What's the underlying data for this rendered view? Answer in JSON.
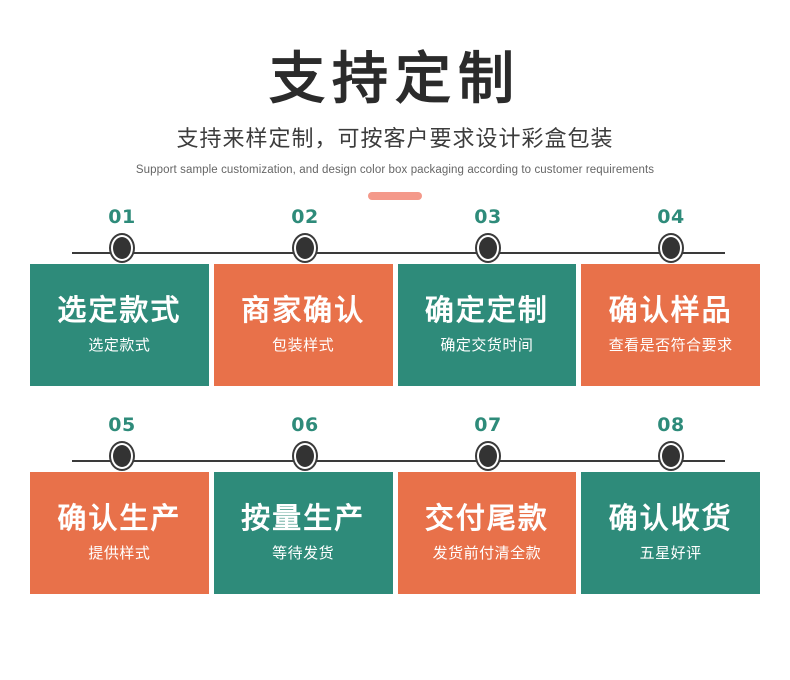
{
  "header": {
    "title_cn": "支持定制",
    "subtitle_cn": "支持来样定制，可按客户要求设计彩盒包装",
    "subtitle_en": "Support sample customization, and design color box packaging according to customer requirements",
    "divider": "pill-divider"
  },
  "colors": {
    "teal": "#2e8b7a",
    "orange": "#e8714a",
    "salmon": "#f4998a",
    "dark": "#3a3a3a",
    "text_dark": "#2b2b2b"
  },
  "timelines": [
    {
      "numbers": [
        "01",
        "02",
        "03",
        "04"
      ]
    },
    {
      "numbers": [
        "05",
        "06",
        "07",
        "08"
      ]
    }
  ],
  "steps": [
    {
      "number": "01",
      "title": "选定款式",
      "subtitle": "选定款式",
      "color": "teal"
    },
    {
      "number": "02",
      "title": "商家确认",
      "subtitle": "包装样式",
      "color": "orange"
    },
    {
      "number": "03",
      "title": "确定定制",
      "subtitle": "确定交货时间",
      "color": "teal"
    },
    {
      "number": "04",
      "title": "确认样品",
      "subtitle": "查看是否符合要求",
      "color": "orange"
    },
    {
      "number": "05",
      "title": "确认生产",
      "subtitle": "提供样式",
      "color": "orange"
    },
    {
      "number": "06",
      "title": "按量生产",
      "subtitle": "等待发货",
      "color": "teal"
    },
    {
      "number": "07",
      "title": "交付尾款",
      "subtitle": "发货前付清全款",
      "color": "orange"
    },
    {
      "number": "08",
      "title": "确认收货",
      "subtitle": "五星好评",
      "color": "teal"
    }
  ]
}
